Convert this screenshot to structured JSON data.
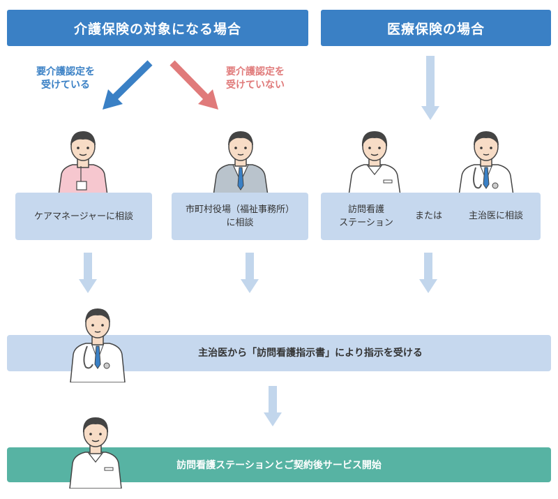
{
  "header_care": "介護保険の対象になる場合",
  "header_medical": "医療保険の場合",
  "note_certified": "要介護認定を\n受けている",
  "note_not_certified": "要介護認定を\n受けていない",
  "box_care_manager": "ケアマネージャーに相談",
  "box_city_office": "市町村役場（福祉事務所）\nに相談",
  "box_station": "訪問看護\nステーション",
  "box_or": "または",
  "box_doctor": "主治医に相談",
  "box_instruction": "主治医から「訪問看護指示書」により指示を受ける",
  "box_final": "訪問看護ステーションとご契約後サービス開始",
  "colors": {
    "header": "#3a80c5",
    "box": "#c6d8ee",
    "final": "#57b3a3",
    "arrow_blue": "#3a80c5",
    "arrow_red": "#e07a7a",
    "arrow_light": "#c2d6ec"
  }
}
